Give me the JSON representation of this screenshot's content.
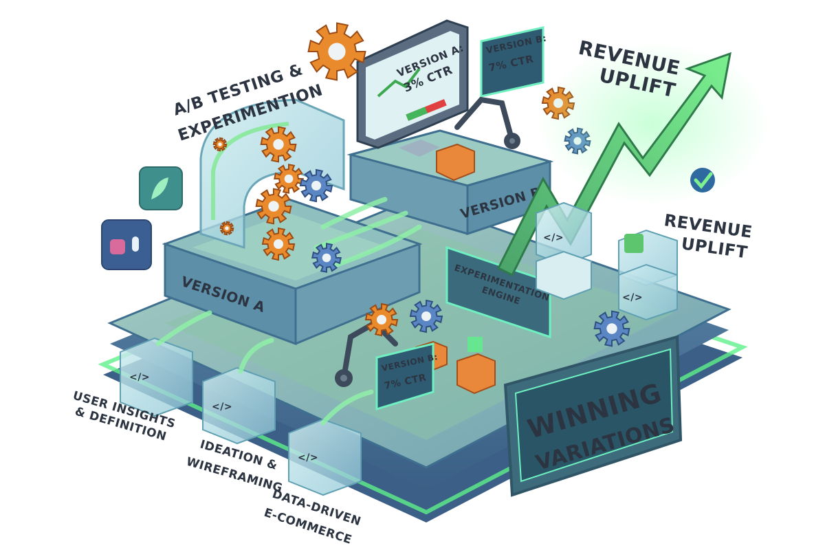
{
  "title": {
    "line1": "A/B TESTING &",
    "line2": "EXPERIMENTION"
  },
  "revenue_top": {
    "line1": "REVENUE",
    "line2": "UPLIFT"
  },
  "revenue_side": {
    "line1": "REVENUE",
    "line2": "UPLIFT"
  },
  "monitor_a": {
    "line1": "VERSION A:",
    "line2": "3% CTR"
  },
  "screen_b_top": {
    "line1": "VERSION B:",
    "line2": "7% CTR"
  },
  "screen_b_mid": {
    "line1": "VERSION B:",
    "line2": "7% CTR"
  },
  "version_a": "VERSION A",
  "version_b": "VERSION B",
  "engine": {
    "line1": "EXPERIMENTATION",
    "line2": "ENGINE"
  },
  "winning": {
    "line1": "WINNING",
    "line2": "VARIATIONS"
  },
  "code_glyph": "</>",
  "steps": [
    {
      "line1": "USER INSIGHTS",
      "line2": "& DEFINITION"
    },
    {
      "line1": "IDEATION &",
      "line2": "WIREFRAMING"
    },
    {
      "line1": "DATA-DRIVEN",
      "line2": "E-COMMERCE"
    }
  ],
  "colors": {
    "platform": "#7fae9f",
    "platform_edge": "#3f6f8f",
    "glow": "#5ef08a",
    "gear_orange": "#e98a2c",
    "gear_blue": "#5a86c4",
    "text_dark": "#2b3440",
    "neon_text": "#6ff0c0"
  }
}
